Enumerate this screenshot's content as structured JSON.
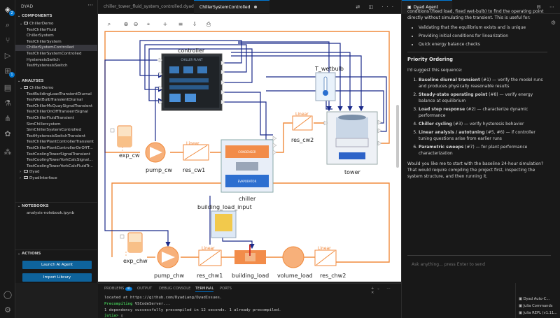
{
  "activity_bar": {
    "icons": [
      "dyad-logo-icon",
      "search-icon",
      "source-control-icon",
      "run-debug-icon",
      "extensions-icon",
      "dyad-models-icon",
      "flask-icon",
      "graph-icon",
      "plugin-icon",
      "account-icon",
      "settings-icon"
    ],
    "badges": {
      "dyad": "2",
      "extensions": "1"
    }
  },
  "sidebar": {
    "title": "DYAD",
    "components": {
      "header": "COMPONENTS",
      "items": [
        {
          "label": "ChillerDemo",
          "kind": "folder"
        },
        {
          "label": "TestChillerFluid",
          "kind": "file"
        },
        {
          "label": "ChillerSystem",
          "kind": "file"
        },
        {
          "label": "TestChillerSystem",
          "kind": "file"
        },
        {
          "label": "ChillerSystemControlled",
          "kind": "file",
          "selected": true
        },
        {
          "label": "TestChillerSystemControlled",
          "kind": "file"
        },
        {
          "label": "HysteresisSwitch",
          "kind": "file"
        },
        {
          "label": "TestHysteresisSwitch",
          "kind": "file"
        }
      ]
    },
    "analyses": {
      "header": "ANALYSES",
      "items": [
        {
          "label": "ChillerDemo",
          "kind": "folder"
        },
        {
          "label": "TestBuildingLoadTransientDiurnal",
          "kind": "file"
        },
        {
          "label": "TestWetBulbTransientDiurnal",
          "kind": "file"
        },
        {
          "label": "TestChillerMcQuaySignalTransient",
          "kind": "file"
        },
        {
          "label": "TestChillerOnOffTransientSignal",
          "kind": "file"
        },
        {
          "label": "TestChillerFluidTransient",
          "kind": "file"
        },
        {
          "label": "SimChillersystem",
          "kind": "file"
        },
        {
          "label": "SimChillerSystemControlled",
          "kind": "file"
        },
        {
          "label": "TestHysteresisSwitchTransient",
          "kind": "file"
        },
        {
          "label": "TestChillerPlantControllerTransient",
          "kind": "file"
        },
        {
          "label": "TestChillerPlantControllerOnOffT...",
          "kind": "file"
        },
        {
          "label": "TestCoolingTowerSignalTransient",
          "kind": "file"
        },
        {
          "label": "TestCoolingTowerYorkCalcSignal...",
          "kind": "file"
        },
        {
          "label": "TestCoolingTowerYorkCalcFluidTr...",
          "kind": "file"
        },
        {
          "label": "Dyad",
          "kind": "folder-collapsed"
        },
        {
          "label": "DyadInterface",
          "kind": "folder-collapsed"
        }
      ]
    },
    "notebooks": {
      "header": "NOTEBOOKS",
      "items": [
        {
          "label": "analysis-notebook.ipynb",
          "kind": "file"
        }
      ]
    },
    "actions": {
      "header": "ACTIONS",
      "launch_agent": "Launch AI Agent",
      "import_library": "Import Library"
    }
  },
  "editor": {
    "tabs": [
      {
        "label": "chiller_tower_fluid_system_controlled.dyad",
        "active": false,
        "dirty": true
      },
      {
        "label": "ChillerSystemControlled",
        "active": true,
        "dirty": true
      }
    ],
    "tab_tools": "⇄ ◫ ···"
  },
  "diagram": {
    "blocks": {
      "controller": "controller",
      "t_wetbulb": "T_wetbulb",
      "tower": "tower",
      "res_cw2": "res_cw2",
      "chiller": "chiller",
      "exp_cw": "exp_cw",
      "pump_cw": "pump_cw",
      "res_cw1": "res_cw1",
      "building_load_input": "building_load_input",
      "exp_chw": "exp_chw",
      "pump_chw": "pump_chw",
      "res_chw1": "res_chw1",
      "building_load": "building_load",
      "volume_load": "volume_load",
      "res_chw2": "res_chw2"
    },
    "linear_tag": "Linear",
    "controller_panel_title": "CHILLER PLANT",
    "chiller_condenser": "CONDENSER",
    "chiller_evaporator": "EVAPORATOR"
  },
  "agent": {
    "tab_label": "Dyad Agent",
    "intro": "conditions (fixed load, fixed wet-bulb) to find the operating point directly without simulating the transient. This is useful for:",
    "uses": [
      "Validating that the equilibrium exists and is unique",
      "Providing initial conditions for linearization",
      "Quick energy balance checks"
    ],
    "priority_heading": "Priority Ordering",
    "suggest": "I'd suggest this sequence:",
    "steps": [
      {
        "bold": "Baseline diurnal transient",
        "rest": " (#1) — verify the model runs and produces physically reasonable results"
      },
      {
        "bold": "Steady-state operating point",
        "rest": " (#8) — verify energy balance at equilibrium"
      },
      {
        "bold": "Load step response",
        "rest": " (#2) — characterize dynamic performance"
      },
      {
        "bold": "Chiller cycling",
        "rest": " (#3) — verify hysteresis behavior"
      },
      {
        "bold": "Linear analysis / autotuning",
        "rest": " (#5, #6) — if controller tuning questions arise from earlier runs"
      },
      {
        "bold": "Parametric sweeps",
        "rest": " (#7) — for plant performance characterization"
      }
    ],
    "closing": "Would you like me to start with the baseline 24-hour simulation? That would require compiling the project first, inspecting the system structure, and then running it.",
    "input_placeholder": "Ask anything... press Enter to send"
  },
  "panel": {
    "tabs": [
      {
        "label": "PROBLEMS",
        "badge": "41"
      },
      {
        "label": "OUTPUT"
      },
      {
        "label": "DEBUG CONSOLE"
      },
      {
        "label": "TERMINAL",
        "active": true
      },
      {
        "label": "PORTS"
      }
    ],
    "terminal": {
      "line1": "located at https://github.com/DyadLang/DyadIssues.",
      "line2_label": "Precompiling",
      "line2_rest": " VSCodeServer...",
      "line3": "  1 dependency successfully precompiled in 12 seconds. 1 already precompiled.",
      "prompt": "julia>"
    },
    "terminal_list": [
      "Dyad Auto-C...",
      "Julia Commands",
      "Julia REPL (v1.11..."
    ]
  },
  "colors": {
    "accent": "#0078d4",
    "fluid_line": "#f08a3c",
    "signal_line": "#1a2a8a",
    "button": "#0e639c"
  }
}
